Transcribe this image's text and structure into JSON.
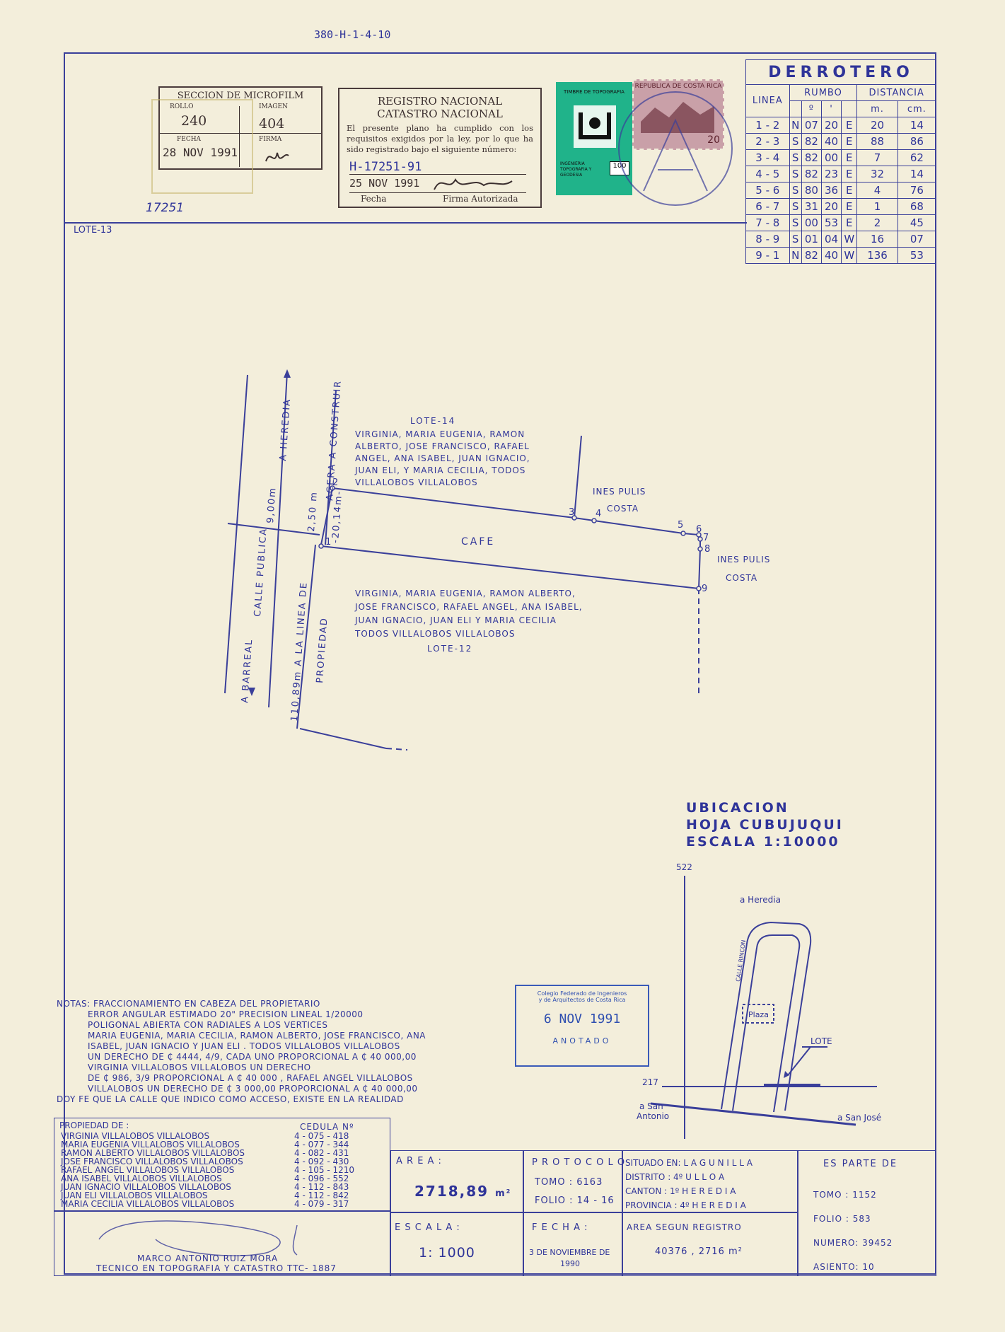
{
  "header_code": "380-H-1-4-10",
  "microfilm": {
    "title": "SECCION DE MICROFILM",
    "rollo_label": "ROLLO",
    "imagen_label": "IMAGEN",
    "rollo": "240",
    "imagen": "404",
    "fecha_label": "FECHA",
    "firma_label": "FIRMA",
    "fecha": "28 NOV 1991"
  },
  "registro": {
    "title1": "REGISTRO NACIONAL",
    "title2": "CATASTRO NACIONAL",
    "text": "El presente plano ha cumplido con los requisitos exigidos por la ley, por lo que ha sido registrado bajo el siguiente número:",
    "numero": "H-17251-91",
    "fecha": "25 NOV 1991",
    "fecha_label": "Fecha",
    "firma_label": "Firma Autorizada"
  },
  "timbre": {
    "top": "TIMBRE DE TOPOGRAFIA",
    "bottom": "INGENIERIA TOPOGRAFIA Y GEODESIA",
    "value": "100"
  },
  "sello": {
    "country": "REPUBLICA DE COSTA RICA",
    "value": "20"
  },
  "margin_note": "17251",
  "derrotero": {
    "title": "DERROTERO",
    "col_linea": "LINEA",
    "col_rumbo": "RUMBO",
    "col_distancia": "DISTANCIA",
    "sub_deg": "º",
    "sub_min": "'",
    "sub_m": "m.",
    "sub_cm": "cm.",
    "rows": [
      [
        "1 - 2",
        "N",
        "07",
        "20",
        "E",
        "20",
        "14"
      ],
      [
        "2 - 3",
        "S",
        "82",
        "40",
        "E",
        "88",
        "86"
      ],
      [
        "3 - 4",
        "S",
        "82",
        "00",
        "E",
        "7",
        "62"
      ],
      [
        "4 - 5",
        "S",
        "82",
        "23",
        "E",
        "32",
        "14"
      ],
      [
        "5 - 6",
        "S",
        "80",
        "36",
        "E",
        "4",
        "76"
      ],
      [
        "6 - 7",
        "S",
        "31",
        "20",
        "E",
        "1",
        "68"
      ],
      [
        "7 - 8",
        "S",
        "00",
        "53",
        "E",
        "2",
        "45"
      ],
      [
        "8 - 9",
        "S",
        "01",
        "04",
        "W",
        "16",
        "07"
      ],
      [
        "9 - 1",
        "N",
        "82",
        "40",
        "W",
        "136",
        "53"
      ]
    ]
  },
  "plan": {
    "lote13": "LOTE-13",
    "lote14": "LOTE-14",
    "north_owners": [
      "VIRGINIA, MARIA EUGENIA, RAMON",
      "ALBERTO, JOSE FRANCISCO, RAFAEL",
      "ANGEL, ANA ISABEL, JUAN IGNACIO,",
      "JUAN ELI, Y MARIA CECILIA, TODOS",
      "VILLALOBOS VILLALOBOS"
    ],
    "ines1a": "INES PULIS",
    "ines1b": "COSTA",
    "ines2a": "INES PULIS",
    "ines2b": "COSTA",
    "cafe": "CAFE",
    "south_owners": [
      "VIRGINIA, MARIA EUGENIA, RAMON ALBERTO,",
      "JOSE FRANCISCO, RAFAEL ANGEL, ANA ISABEL,",
      "JUAN IGNACIO, JUAN ELI Y MARIA CECILIA",
      "TODOS VILLALOBOS VILLALOBOS"
    ],
    "lote12": "LOTE-12",
    "a_heredia": "A HEREDIA",
    "calle": "CALLE PUBLICA",
    "ancho": "9,00m",
    "a_barreal": "A BARREAL",
    "acera": "ACERA A CONSTRUIR",
    "acera_w": "2,50 m",
    "dist": "-20,14m-",
    "linea": "110,89m A LA LINEA DE",
    "propiedad": "PROPIEDAD",
    "v1": "1",
    "v2": "2",
    "v3": "3",
    "v4": "4",
    "v5": "5",
    "v6": "6",
    "v7": "7",
    "v8": "8",
    "v9": "9"
  },
  "ubicacion": {
    "l1": "UBICACION",
    "l2": "HOJA CUBUJUQUI",
    "l3": "ESCALA 1:10000",
    "coord_top": "522",
    "coord_left": "217",
    "heredia": "a Heredia",
    "calle": "CALLE RINCON",
    "plaza": "Plaza",
    "lote": "LOTE",
    "san_antonio1": "a San",
    "san_antonio2": "Antonio",
    "san_jose": "a San José"
  },
  "colegio": {
    "l1": "Colegio Federado de Ingenieros",
    "l2": "y de Arquitectos de Costa Rica",
    "fecha": "6 NOV 1991",
    "anotado": "ANOTADO"
  },
  "notas": [
    "NOTAS: FRACCIONAMIENTO EN CABEZA DEL PROPIETARIO",
    "ERROR ANGULAR ESTIMADO 20\" PRECISION LINEAL 1/20000",
    "POLIGONAL ABIERTA CON RADIALES A LOS VERTICES",
    "MARIA EUGENIA, MARIA CECILIA, RAMON ALBERTO, JOSE FRANCISCO, ANA",
    "ISABEL, JUAN IGNACIO Y JUAN ELI . TODOS VILLALOBOS VILLALOBOS",
    "UN DERECHO DE ₵ 4444, 4/9, CADA UNO PROPORCIONAL A ₵ 40 000,00",
    "VIRGINIA VILLALOBOS VILLALOBOS UN DERECHO",
    "DE ₵ 986, 3/9 PROPORCIONAL A ₵ 40 000 , RAFAEL ANGEL VILLALOBOS",
    "VILLALOBOS UN DERECHO DE ₵ 3 000,00 PROPORCIONAL A ₵ 40 000,00",
    "DOY FE QUE LA CALLE QUE INDICO COMO ACCESO, EXISTE EN LA REALIDAD"
  ],
  "propiedad": {
    "label": "PROPIEDAD DE :",
    "cedula_label": "CEDULA Nº",
    "owners": [
      [
        "VIRGINIA  VILLALOBOS VILLALOBOS",
        "4 - 075 - 418"
      ],
      [
        "MARIA EUGENIA VILLALOBOS VILLALOBOS",
        "4 - 077 - 344"
      ],
      [
        "RAMON ALBERTO VILLALOBOS VILLALOBOS",
        "4 - 082 - 431"
      ],
      [
        "JOSE FRANCISCO VILLALOBOS VILLALOBOS",
        "4 - 092 - 430"
      ],
      [
        "RAFAEL ANGEL VILLALOBOS VILLALOBOS",
        "4 - 105 - 1210"
      ],
      [
        "ANA  ISABEL  VILLALOBOS VILLALOBOS",
        "4 - 096 - 552"
      ],
      [
        "JUAN  IGNACIO VILLALOBOS VILLALOBOS",
        "4 - 112 - 843"
      ],
      [
        "JUAN  ELI  VILLALOBOS VILLALOBOS",
        "4 - 112 - 842"
      ],
      [
        "MARIA  CECILIA VILLALOBOS VILLALOBOS",
        "4 - 079 - 317"
      ]
    ]
  },
  "tecnico": {
    "name": "MARCO ANTONIO RUIZ MORA",
    "title": "TECNICO EN TOPOGRAFIA Y CATASTRO TTC- 1887"
  },
  "area": {
    "label": "A R E A :",
    "value": "2718,89",
    "unit": "m²"
  },
  "escala": {
    "label": "E S C A L A :",
    "value": "1: 1000"
  },
  "protocolo": {
    "label": "P R O T O C O L O",
    "tomo": "TOMO : 6163",
    "folio": "FOLIO : 14 - 16"
  },
  "fecha": {
    "label": "F E C H A :",
    "l1": "3 DE NOVIEMBRE DE",
    "l2": "1990"
  },
  "situado": {
    "l1": "SITUADO EN:   L A G U N I L L A",
    "l2": "DISTRITO :  4º  U L L O A",
    "l3": "CANTON :  1º  H E R E D I A",
    "l4": "PROVINCIA : 4º  H E R E D I A"
  },
  "area_registro": {
    "label": "AREA SEGUN REGISTRO",
    "value": "40376 , 2716 m²"
  },
  "parte": {
    "label": "ES  PARTE  DE",
    "tomo": "TOMO :   1152",
    "folio": "FOLIO :     583",
    "numero": "NUMERO:  39452",
    "asiento": "ASIENTO:  10"
  }
}
